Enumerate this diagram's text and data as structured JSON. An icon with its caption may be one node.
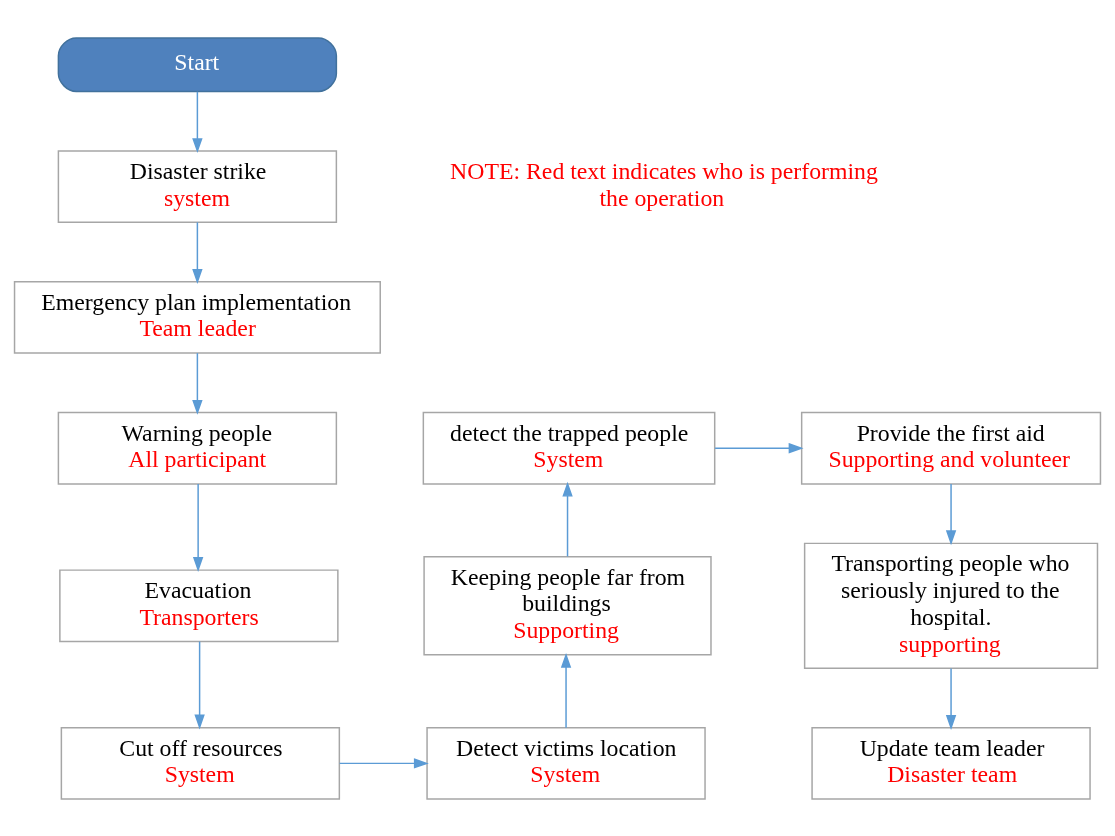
{
  "diagram": {
    "nodes": [
      {
        "text": [
          "Start"
        ]
      },
      {
        "text": [
          "Disaster strike",
          "system"
        ]
      },
      {
        "text": [
          "Emergency plan implementation",
          "Team leader"
        ]
      },
      {
        "text": [
          "Warning people",
          "All participant"
        ]
      },
      {
        "text": [
          "Evacuation",
          "Transporters"
        ]
      },
      {
        "text": [
          "Cut off resources",
          "System"
        ]
      },
      {
        "text": [
          "Detect victims location",
          "System"
        ]
      },
      {
        "text": [
          "Keeping people far from buildings",
          "Supporting"
        ]
      },
      {
        "text": [
          "detect the trapped people",
          "System"
        ]
      },
      {
        "text": [
          "Provide the first aid",
          "Supporting and volunteer"
        ]
      },
      {
        "text": [
          "Transporting people who seriously injured to the hospital.",
          "supporting"
        ]
      },
      {
        "text": [
          "Update team leader",
          "Disaster team"
        ]
      }
    ],
    "edges": [
      {
        "from": 0,
        "to": 1,
        "arrow": "to"
      },
      {
        "from": 1,
        "to": 2,
        "arrow": "to"
      },
      {
        "from": 2,
        "to": 3,
        "arrow": "to"
      },
      {
        "from": 3,
        "to": 4,
        "arrow": "to"
      },
      {
        "from": 4,
        "to": 5,
        "arrow": "to"
      },
      {
        "from": 5,
        "to": 6,
        "arrow": "to"
      },
      {
        "from": 6,
        "to": 7,
        "arrow": "to"
      },
      {
        "from": 7,
        "to": 8,
        "arrow": "to"
      },
      {
        "from": 8,
        "to": 9,
        "arrow": "to"
      },
      {
        "from": 9,
        "to": 10,
        "arrow": "to"
      },
      {
        "from": 10,
        "to": 11,
        "arrow": "to"
      }
    ],
    "labels": [
      "NOTE: Red text indicates who is performing the operation"
    ]
  }
}
